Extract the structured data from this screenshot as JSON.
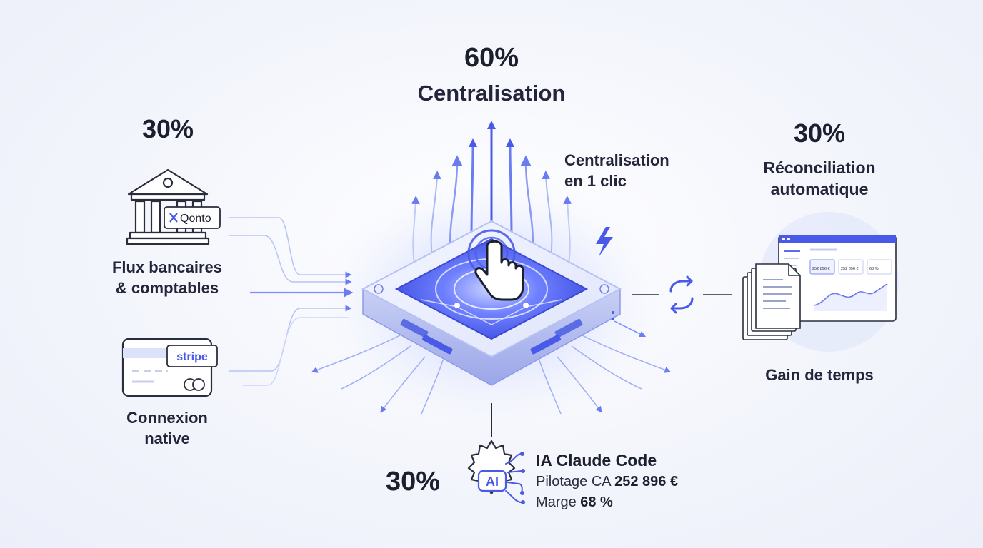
{
  "center": {
    "pct": "60%",
    "title": "Centralisation"
  },
  "left": {
    "pct": "30%",
    "bank_logo": "Qonto",
    "flux_line1": "Flux bancaires",
    "flux_line2": "& comptables",
    "card_logo": "stripe",
    "conn_line1": "Connexion",
    "conn_line2": "native"
  },
  "click": {
    "line1": "Centralisation",
    "line2": "en 1 clic"
  },
  "right": {
    "pct": "30%",
    "line1": "Réconciliation",
    "line2": "automatique",
    "gain": "Gain de temps",
    "dashboard": {
      "kpi1": "252 896 €",
      "kpi2": "252 896 €",
      "kpi3": "68 %"
    }
  },
  "bottom": {
    "pct": "30%",
    "chip_label": "AI",
    "title": "IA Claude Code",
    "line1_prefix": "Pilotage CA ",
    "line1_value": "252 896 €",
    "line2_prefix": "Marge ",
    "line2_value": "68 %"
  },
  "colors": {
    "accent": "#4a5ae8",
    "accent_light": "#8fa0ff",
    "text": "#1c1f2e"
  },
  "icons": [
    "bank-icon",
    "credit-card-icon",
    "pointer-hand-icon",
    "lightning-icon",
    "sync-arrows-icon",
    "documents-icon",
    "dashboard-icon",
    "ai-brain-gear-icon"
  ]
}
